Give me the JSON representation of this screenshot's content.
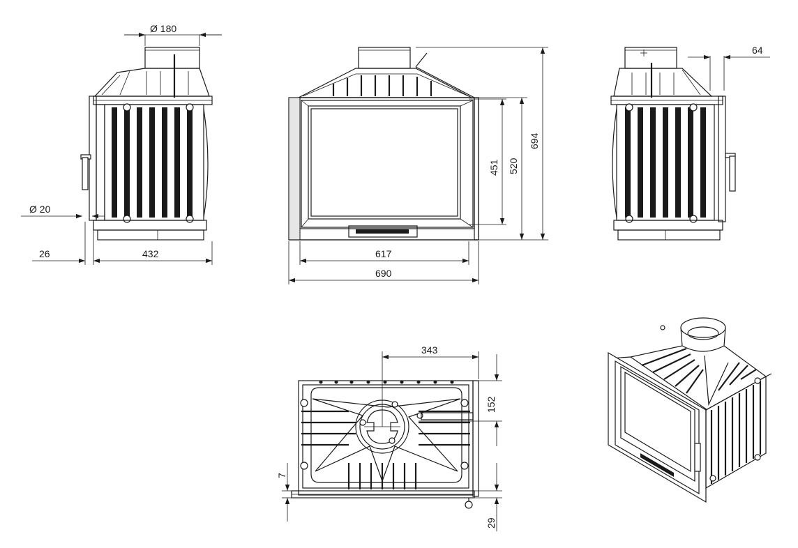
{
  "dimensions": {
    "flue_diameter": "Ø 180",
    "air_inlet_diameter": "Ø 20",
    "side_offset_26": "26",
    "depth_432": "432",
    "glass_width_617": "617",
    "total_width_690": "690",
    "glass_height_451": "451",
    "frame_height_520": "520",
    "total_height_694": "694",
    "side_offset_64": "64",
    "plan_offset_343": "343",
    "plan_offset_152": "152",
    "plan_offset_7": "7",
    "plan_offset_29": "29"
  },
  "views": [
    "side-view-left",
    "front-view",
    "side-view-right",
    "top-view",
    "isometric-view"
  ]
}
